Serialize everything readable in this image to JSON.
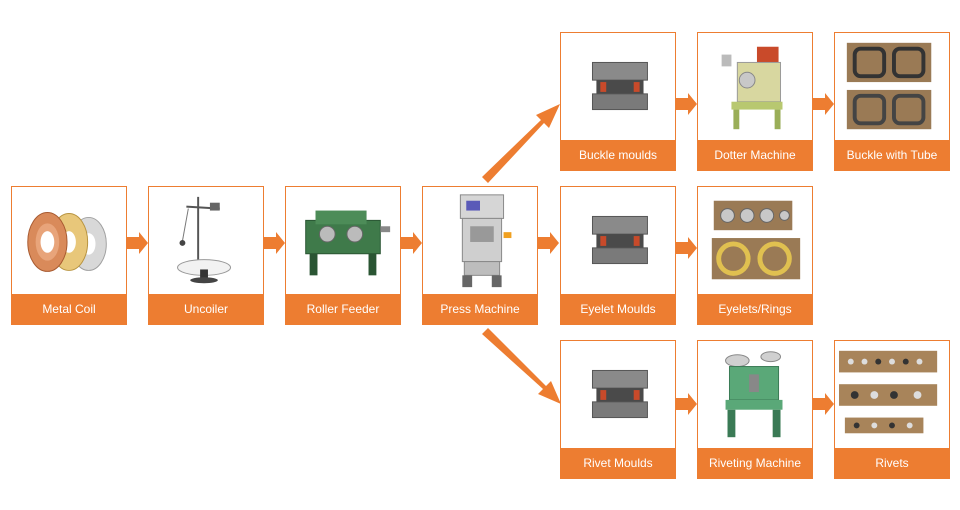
{
  "colors": {
    "accent": "#ED7D31",
    "label_text": "#FFFFFF",
    "border": "#ED7D31"
  },
  "nodes": {
    "metal_coil": {
      "label": "Metal Coil",
      "picture": "metal-coil-rolls-image"
    },
    "uncoiler": {
      "label": "Uncoiler",
      "picture": "uncoiler-machine-image"
    },
    "roller_feeder": {
      "label": "Roller Feeder",
      "picture": "roller-feeder-machine-image"
    },
    "press_machine": {
      "label": "Press Machine",
      "picture": "press-machine-image"
    },
    "buckle_moulds": {
      "label": "Buckle moulds",
      "picture": "mould-die-image"
    },
    "dotter_machine": {
      "label": "Dotter Machine",
      "picture": "dotter-machine-image"
    },
    "buckle_with_tube": {
      "label": "Buckle with Tube",
      "picture": "metal-buckles-image"
    },
    "eyelet_moulds": {
      "label": "Eyelet Moulds",
      "picture": "mould-die-image"
    },
    "eyelets_rings": {
      "label": "Eyelets/Rings",
      "picture": "eyelets-rings-image"
    },
    "rivet_moulds": {
      "label": "Rivet Moulds",
      "picture": "mould-die-image"
    },
    "riveting_machine": {
      "label": "Riveting Machine",
      "picture": "riveting-machine-image"
    },
    "rivets": {
      "label": "Rivets",
      "picture": "rivets-image"
    }
  },
  "edges": [
    {
      "from": "metal_coil",
      "to": "uncoiler"
    },
    {
      "from": "uncoiler",
      "to": "roller_feeder"
    },
    {
      "from": "roller_feeder",
      "to": "press_machine"
    },
    {
      "from": "press_machine",
      "to": "buckle_moulds"
    },
    {
      "from": "press_machine",
      "to": "eyelet_moulds"
    },
    {
      "from": "press_machine",
      "to": "rivet_moulds"
    },
    {
      "from": "buckle_moulds",
      "to": "dotter_machine"
    },
    {
      "from": "dotter_machine",
      "to": "buckle_with_tube"
    },
    {
      "from": "eyelet_moulds",
      "to": "eyelets_rings"
    },
    {
      "from": "rivet_moulds",
      "to": "riveting_machine"
    },
    {
      "from": "riveting_machine",
      "to": "rivets"
    }
  ]
}
